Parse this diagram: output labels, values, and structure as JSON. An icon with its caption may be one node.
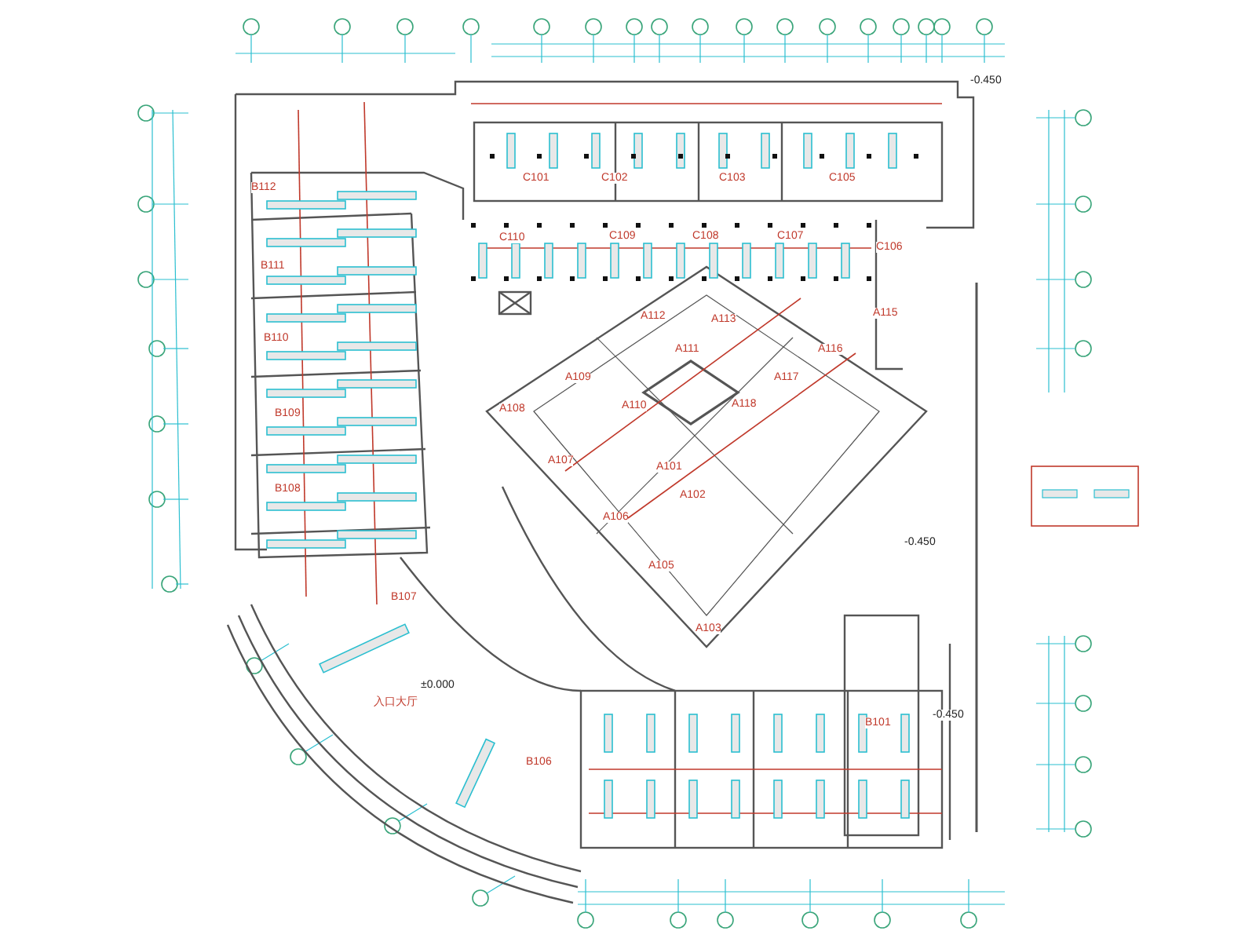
{
  "diagram": {
    "labels": [
      "-0.450",
      "C101",
      "C102",
      "C103",
      "C105",
      "B112",
      "C110",
      "C109",
      "C108",
      "C107",
      "C106",
      "B111",
      "A112",
      "A113",
      "A115",
      "B110",
      "A111",
      "A116",
      "A109",
      "A117",
      "A108",
      "A110",
      "A118",
      "B109",
      "A107",
      "A101",
      "B108",
      "A102",
      "A106",
      "-0.450",
      "A105",
      "B107",
      "A103",
      "±0.000",
      "入口大厅",
      "-0.450",
      "B101",
      "B106"
    ]
  }
}
